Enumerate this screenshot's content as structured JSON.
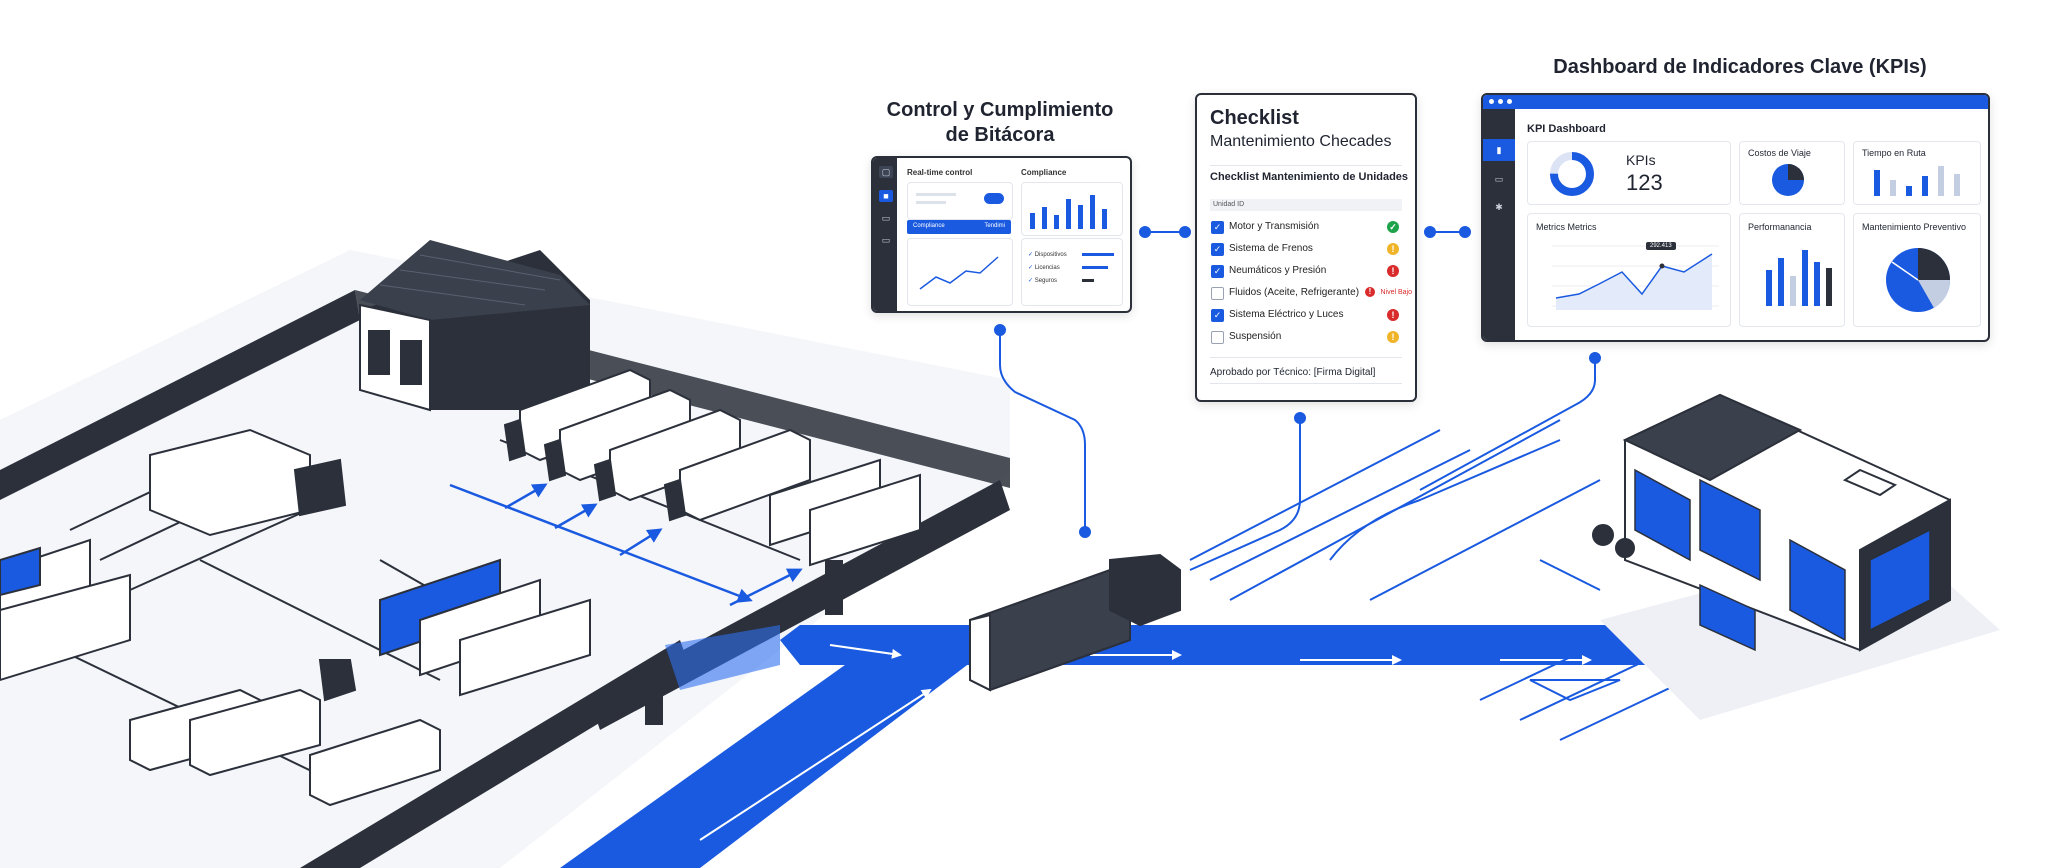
{
  "panel_control": {
    "title_line1": "Control y Cumplimiento",
    "title_line2": "de Bitácora",
    "realtime_label": "Real-time control",
    "compliance_label": "Compliance",
    "bar_label_left": "Compliance",
    "bar_label_right": "Tendimi",
    "legend": [
      "Dispositivos",
      "Licencias",
      "Seguros"
    ]
  },
  "panel_checklist": {
    "title": "Checklist",
    "subtitle": "Mantenimiento Checades",
    "heading": "Checklist Mantenimiento de Unidades",
    "unit_label": "Unidad ID",
    "items": [
      {
        "label": "Motor y Transmisión",
        "checked": true,
        "status": "ok"
      },
      {
        "label": "Sistema de Frenos",
        "checked": true,
        "status": "warn"
      },
      {
        "label": "Neumáticos y Presión",
        "checked": true,
        "status": "alert"
      },
      {
        "label": "Fluidos (Aceite, Refrigerante)",
        "checked": false,
        "status": "alert",
        "note": "Nivel Bajo"
      },
      {
        "label": "Sistema Eléctrico y Luces",
        "checked": true,
        "status": "alert"
      },
      {
        "label": "Suspensión",
        "checked": false,
        "status": "warn"
      }
    ],
    "approved": "Aprobado por Técnico: [Firma Digital]"
  },
  "panel_kpi": {
    "title": "Dashboard de Indicadores Clave (KPIs)",
    "dashboard_label": "KPI Dashboard",
    "kpis_label": "KPIs",
    "kpis_value": "123",
    "costos_label": "Costos de Viaje",
    "tiempo_label": "Tiempo en Ruta",
    "metrics_label": "Metrics Metrics",
    "metrics_tooltip": "292.413",
    "performance_label": "Performanancia",
    "mantenimiento_label": "Mantenimiento Preventivo"
  },
  "colors": {
    "accent": "#1a5ae0",
    "dark": "#2b303b",
    "ok": "#1fa34a",
    "warn": "#f0b429",
    "alert": "#d92b2b"
  }
}
